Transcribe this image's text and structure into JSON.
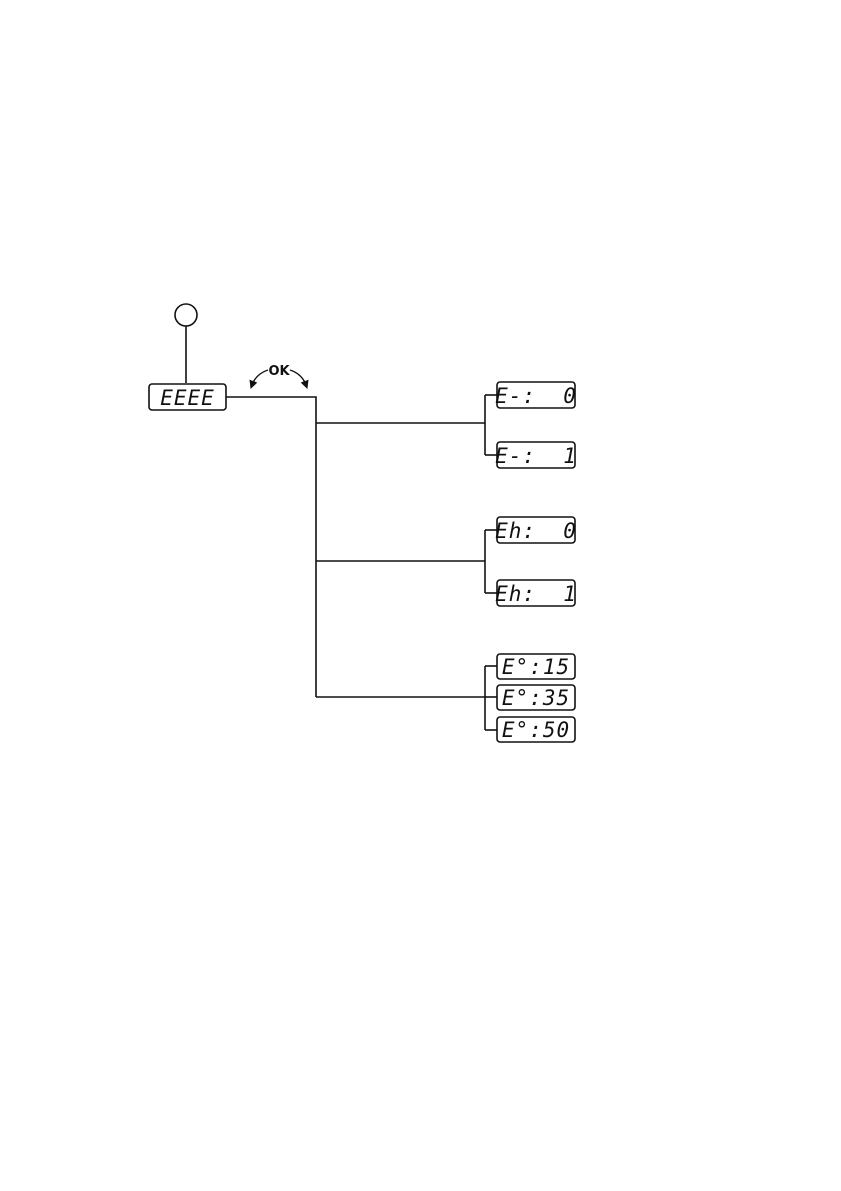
{
  "root": {
    "display": "EEEE"
  },
  "ok_label": "OK",
  "groups": [
    {
      "options": [
        {
          "display": "E-:  0"
        },
        {
          "display": "E-:  1"
        }
      ]
    },
    {
      "options": [
        {
          "display": "Eh:  0"
        },
        {
          "display": "Eh:  1"
        }
      ]
    },
    {
      "options": [
        {
          "display": "E°:15"
        },
        {
          "display": "E°:35"
        },
        {
          "display": "E°:50"
        }
      ]
    }
  ]
}
